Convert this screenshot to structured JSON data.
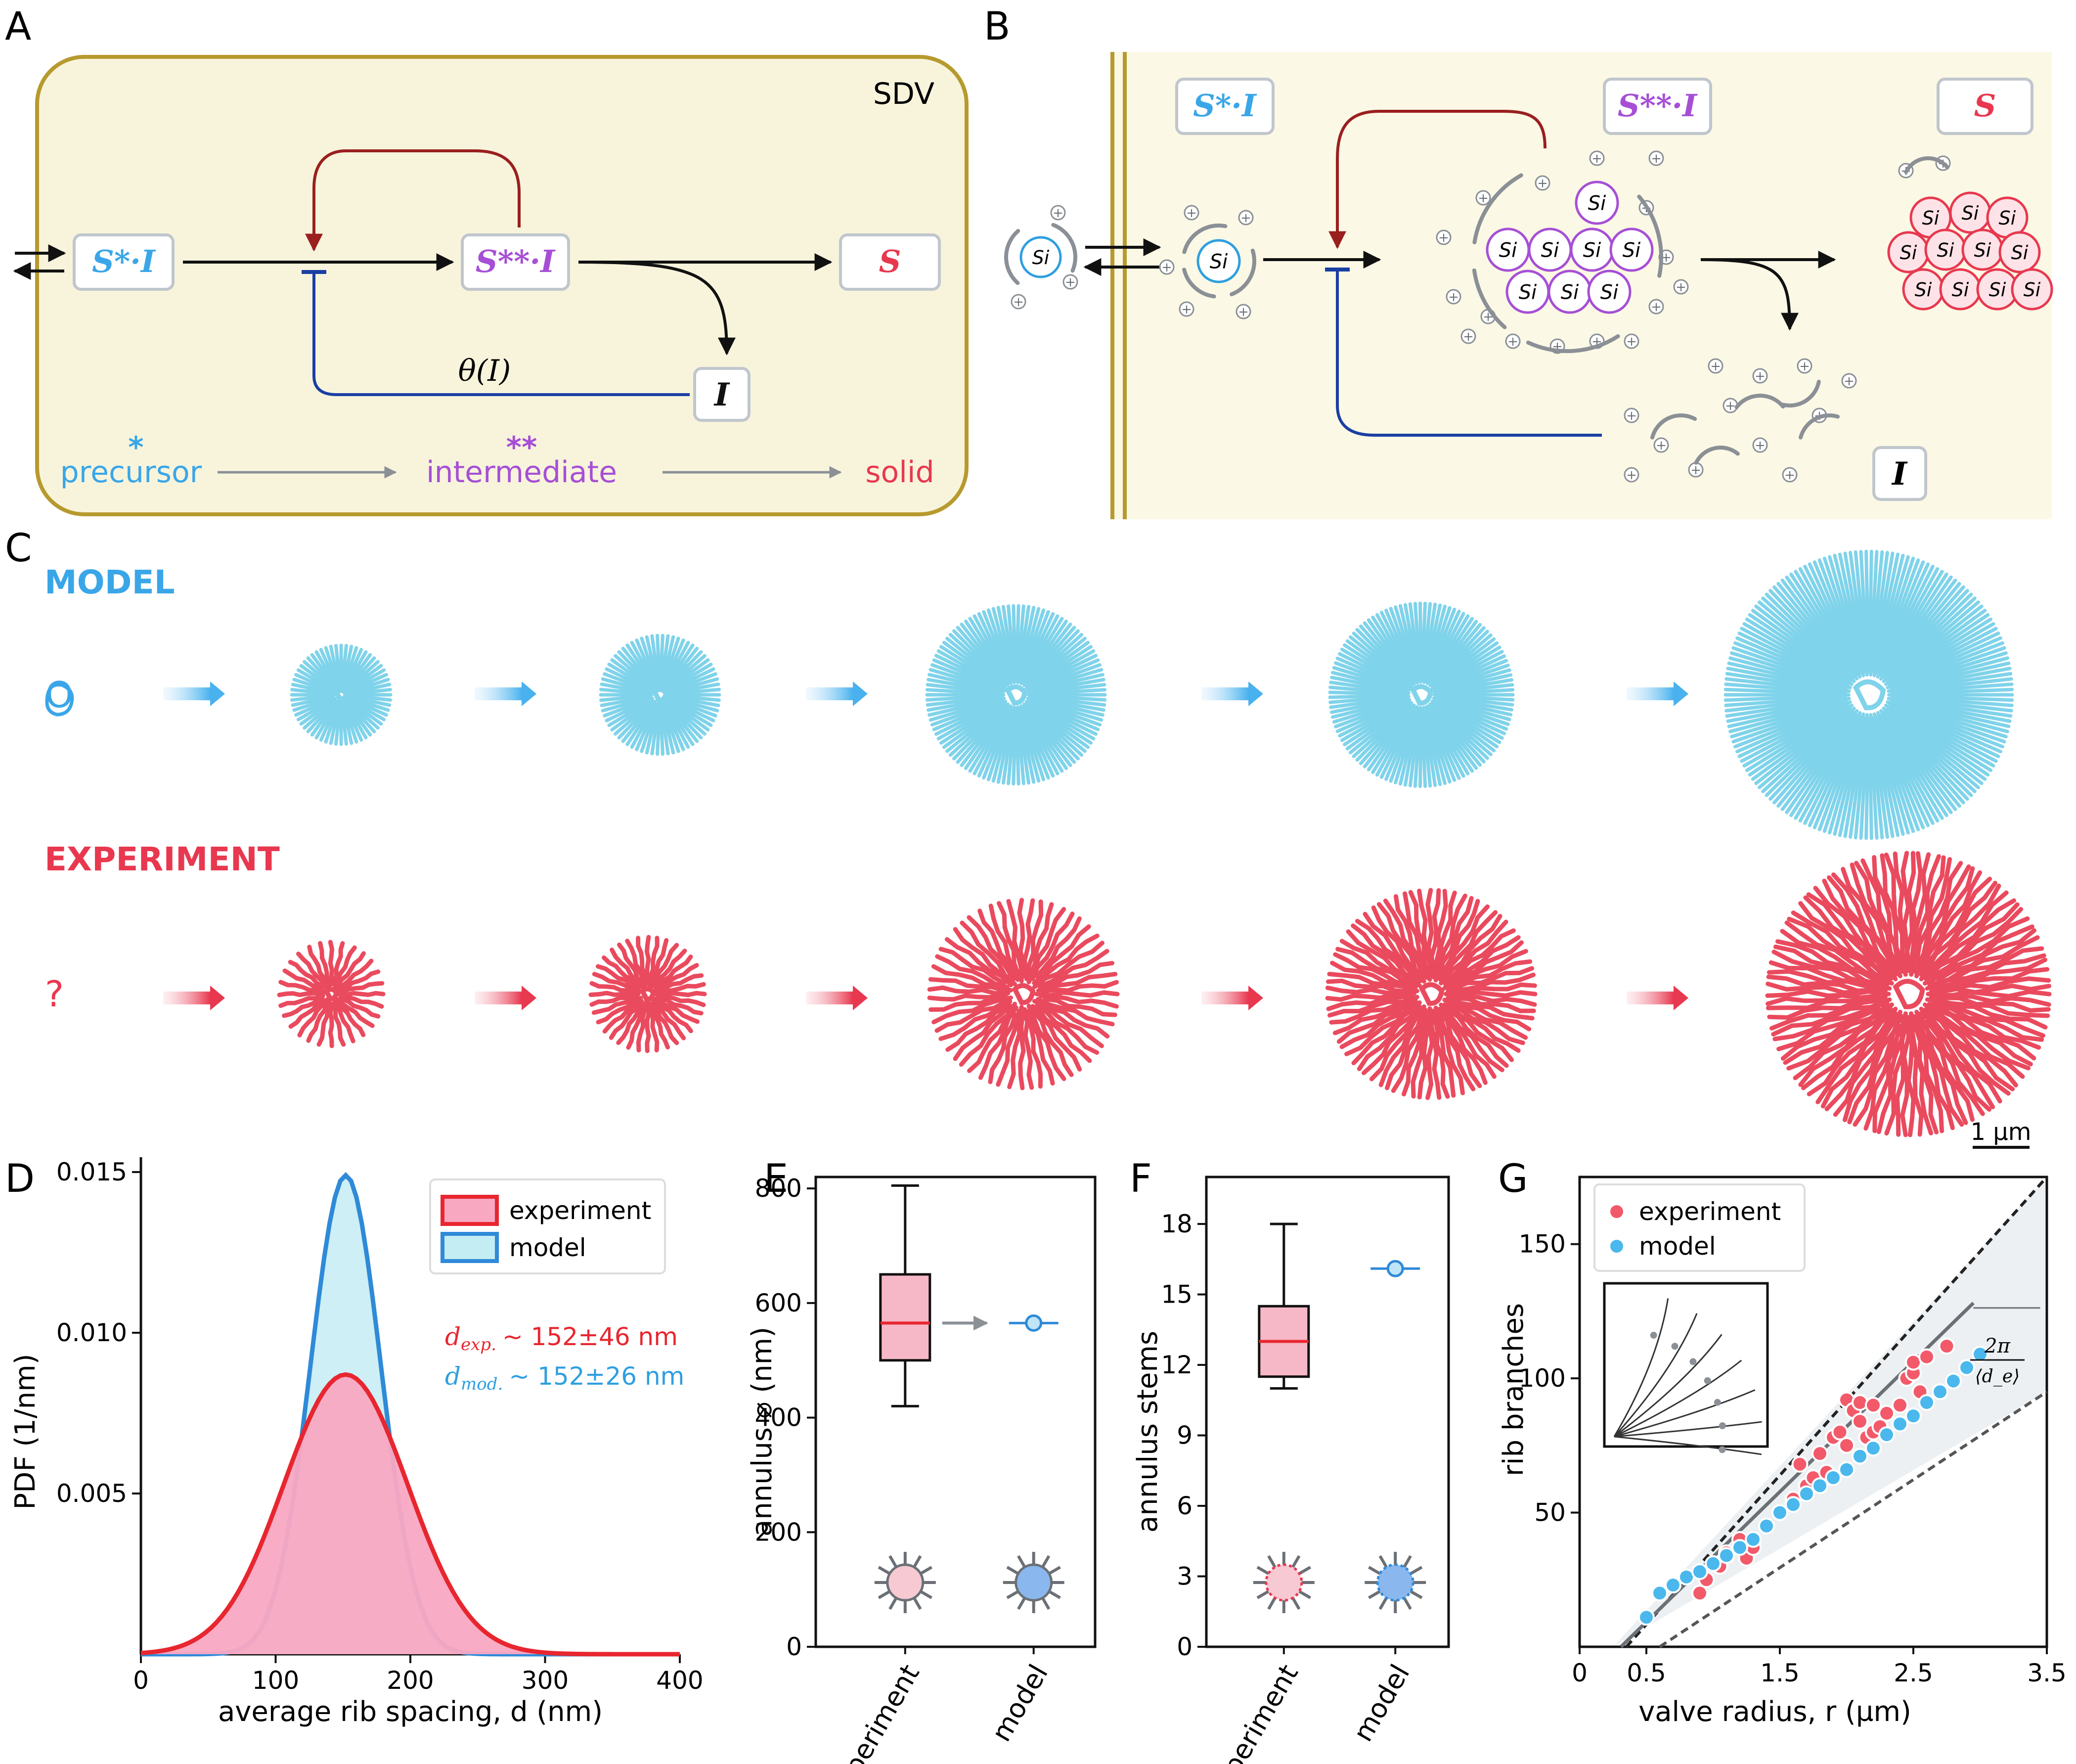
{
  "panels": {
    "A": {
      "letter": "A",
      "container": "SDV",
      "boxes": {
        "s1": "S*·I",
        "s2": "S**·I",
        "s": "S",
        "i": "I"
      },
      "theta": "θ(I)",
      "legend": {
        "star1": "*",
        "star2": "**",
        "precursor": "precursor",
        "intermediate": "intermediate",
        "solid": "solid"
      }
    },
    "B": {
      "letter": "B",
      "boxes": {
        "s1": "S*·I",
        "s2": "S**·I",
        "s": "S",
        "i": "I"
      },
      "si": "Si",
      "plus": "+"
    },
    "C": {
      "letter": "C",
      "model": "MODEL",
      "experiment": "EXPERIMENT",
      "o": "O",
      "q": "?",
      "scale": "1 µm"
    },
    "D": {
      "letter": "D",
      "ylabel": "PDF (1/nm)",
      "xlabel": "average rib spacing, d (nm)",
      "legend": [
        "experiment",
        "model"
      ],
      "dexp": "d",
      "dexp_sub": "exp.",
      "dexp_val": "~ 152±46 nm",
      "dmod": "d",
      "dmod_sub": "mod.",
      "dmod_val": "~ 152±26 nm"
    },
    "E": {
      "letter": "E",
      "ylabel": "annulus ⌀ (nm)",
      "cats": [
        "experiment",
        "model"
      ]
    },
    "F": {
      "letter": "F",
      "ylabel": "annulus stems",
      "cats": [
        "experiment",
        "model"
      ]
    },
    "G": {
      "letter": "G",
      "ylabel": "rib branches",
      "xlabel": "valve radius, r (µm)",
      "legend": [
        "experiment",
        "model"
      ],
      "annot_num": "2π",
      "annot_den": "⟨d_e⟩"
    }
  },
  "colors": {
    "experiment": "#e8384f",
    "model": "#2f9fe0",
    "precursor": "#3aa6e8",
    "intermediate": "#a64fd6",
    "solid": "#e8384f",
    "sdv": "#b79a2e",
    "inhibit": "#1a3fa3",
    "feedback": "#9a1f1f"
  },
  "chart_data": [
    {
      "panel": "D",
      "type": "area",
      "xlabel": "average rib spacing, d (nm)",
      "ylabel": "PDF (1/nm)",
      "xlim": [
        0,
        400
      ],
      "ylim": [
        0,
        0.015
      ],
      "xticks": [
        0,
        100,
        200,
        300,
        400
      ],
      "yticks": [
        0.005,
        0.01,
        0.015
      ],
      "ytick_labels": [
        "0.005",
        "0.010",
        "0.015"
      ],
      "series": [
        {
          "name": "experiment",
          "mean": 152,
          "sd": 46,
          "peak": 0.0087
        },
        {
          "name": "model",
          "mean": 152,
          "sd": 26,
          "peak": 0.0149
        }
      ]
    },
    {
      "panel": "E",
      "type": "box",
      "ylabel": "annulus ⌀ (nm)",
      "ylim": [
        0,
        820
      ],
      "yticks": [
        0,
        200,
        400,
        600,
        800
      ],
      "categories": [
        "experiment",
        "model"
      ],
      "experiment": {
        "min": 420,
        "q1": 500,
        "median": 565,
        "q3": 650,
        "max": 805
      },
      "model": {
        "value": 565
      }
    },
    {
      "panel": "F",
      "type": "box",
      "ylabel": "annulus stems",
      "ylim": [
        0,
        20
      ],
      "yticks": [
        0,
        3,
        6,
        9,
        12,
        15,
        18
      ],
      "categories": [
        "experiment",
        "model"
      ],
      "experiment": {
        "min": 11,
        "q1": 11.5,
        "median": 13,
        "q3": 14.5,
        "max": 18
      },
      "model": {
        "value": 16.1
      }
    },
    {
      "panel": "G",
      "type": "scatter",
      "xlabel": "valve radius, r (µm)",
      "ylabel": "rib branches",
      "xlim": [
        0,
        3.5
      ],
      "ylim": [
        0,
        175
      ],
      "xticks": [
        0,
        0.5,
        1.5,
        2.5,
        3.5
      ],
      "xtick_labels": [
        "0",
        "0.5",
        "1.5",
        "2.5",
        "3.5"
      ],
      "yticks": [
        50,
        100,
        150
      ],
      "series": [
        {
          "name": "experiment",
          "x": [
            0.9,
            0.95,
            1.05,
            1.1,
            1.2,
            1.25,
            1.3,
            1.6,
            1.65,
            1.7,
            1.75,
            1.8,
            1.85,
            1.9,
            1.95,
            2.0,
            2.0,
            2.05,
            2.1,
            2.1,
            2.15,
            2.2,
            2.2,
            2.25,
            2.3,
            2.4,
            2.45,
            2.5,
            2.5,
            2.55,
            2.6,
            2.75
          ],
          "y": [
            20,
            25,
            30,
            35,
            40,
            33,
            37,
            55,
            68,
            60,
            63,
            72,
            65,
            78,
            80,
            92,
            75,
            88,
            84,
            91,
            78,
            80,
            90,
            82,
            87,
            90,
            100,
            102,
            106,
            95,
            108,
            112
          ]
        },
        {
          "name": "model",
          "x": [
            0.5,
            0.6,
            0.7,
            0.8,
            0.9,
            1.0,
            1.1,
            1.2,
            1.3,
            1.4,
            1.5,
            1.6,
            1.7,
            1.8,
            1.9,
            2.0,
            2.1,
            2.2,
            2.3,
            2.4,
            2.5,
            2.6,
            2.7,
            2.8,
            2.9,
            3.0
          ],
          "y": [
            11,
            20,
            23,
            26,
            28,
            31,
            34,
            37,
            40,
            45,
            50,
            53,
            57,
            60,
            63,
            66,
            71,
            74,
            79,
            83,
            86,
            91,
            95,
            99,
            104,
            109
          ]
        }
      ],
      "fit": {
        "slope": 48.5,
        "intercept": -15
      }
    }
  ]
}
